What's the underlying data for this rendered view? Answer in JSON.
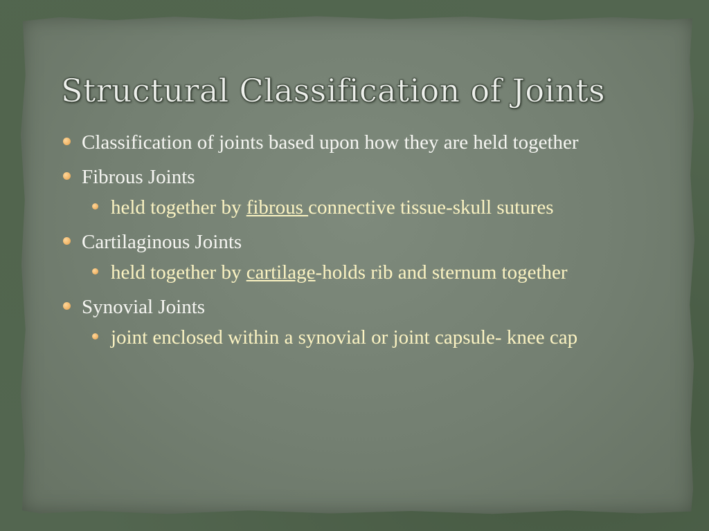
{
  "slide": {
    "title": "Structural Classification of Joints",
    "colors": {
      "bullet": "#e9a24c",
      "primary_text": "#f6f6f2",
      "secondary_text": "#fbf3c2",
      "slide_bg": "#737f71"
    },
    "bullets": [
      {
        "text": "Classification of joints based upon how they are held together"
      },
      {
        "text": "Fibrous Joints",
        "sub": {
          "before": "held together by ",
          "underlined": "fibrous ",
          "after": "connective tissue-skull sutures"
        }
      },
      {
        "text": "Cartilaginous Joints",
        "sub": {
          "before": "held together by ",
          "underlined": "cartilage",
          "after": "-holds rib and sternum together"
        }
      },
      {
        "text": "Synovial Joints",
        "sub": {
          "text": "joint enclosed within a synovial or joint capsule- knee cap"
        }
      }
    ]
  }
}
